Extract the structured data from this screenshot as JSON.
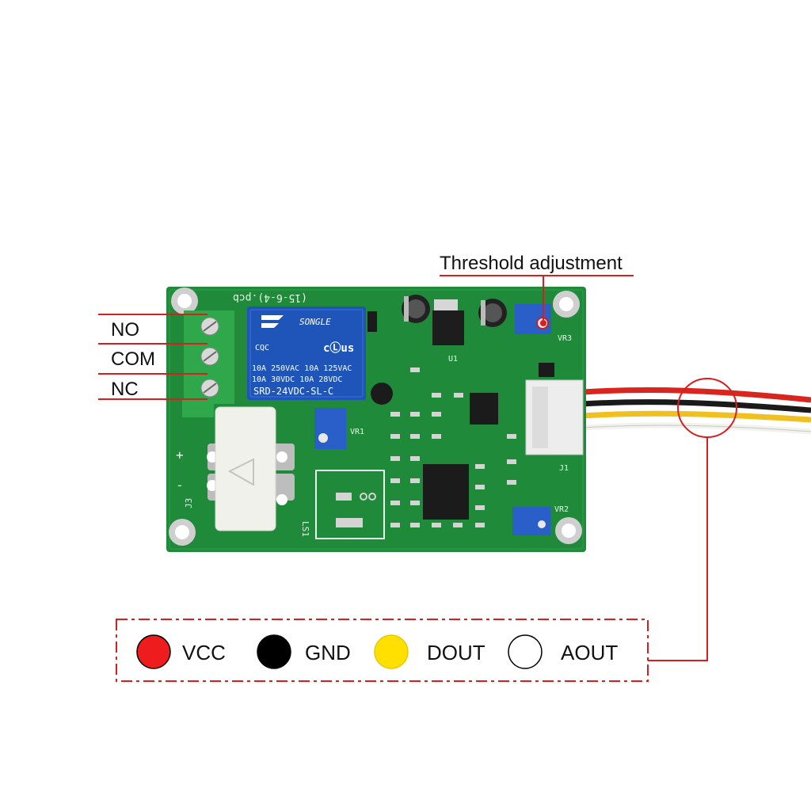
{
  "callouts": {
    "threshold": "Threshold adjustment",
    "terminals": [
      "NO",
      "COM",
      "NC"
    ]
  },
  "board": {
    "pcb_name": "(15-6-4).pcb",
    "relay": {
      "brand": "SONGLE",
      "cert": "CQC",
      "ul_mark": "cⓁus",
      "rating1": "10A 250VAC  10A 125VAC",
      "rating2": "10A  30VDC 10A  28VDC",
      "model": "SRD-24VDC-SL-C"
    },
    "silk": {
      "j3": "J3",
      "ls1": "LS1",
      "u1": "U1",
      "vr1": "VR1",
      "vr2": "VR2",
      "vr3": "VR3",
      "j1": "J1",
      "plus": "+",
      "minus": "-"
    }
  },
  "legend": {
    "items": [
      {
        "label": "VCC",
        "color": "#ee1c1c"
      },
      {
        "label": "GND",
        "color": "#000000"
      },
      {
        "label": "DOUT",
        "color": "#ffe000"
      },
      {
        "label": "AOUT",
        "color": "#ffffff"
      }
    ]
  },
  "colors": {
    "accent": "#d81e1e",
    "pcb": "#1f8a3a",
    "relay": "#1f55b8"
  }
}
